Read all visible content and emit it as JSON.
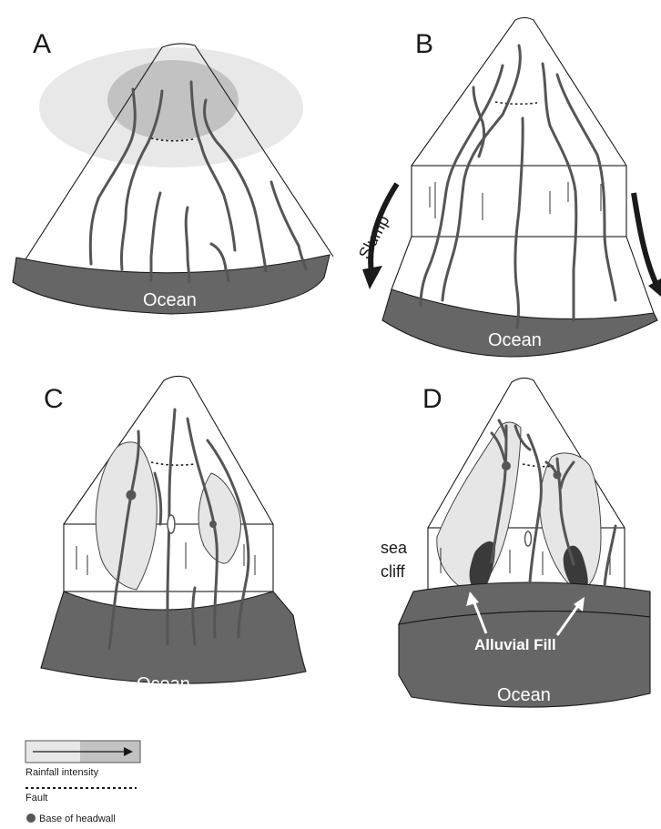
{
  "panels": [
    {
      "letter": "A",
      "ocean_label": "Ocean"
    },
    {
      "letter": "B",
      "ocean_label": "Ocean",
      "slump_label": "Slump"
    },
    {
      "letter": "C",
      "ocean_label": "Ocean"
    },
    {
      "letter": "D",
      "ocean_label": "Ocean",
      "sea_cliff_label_line1": "sea",
      "sea_cliff_label_line2": "cliff",
      "alluvial_label": "Alluvial Fill"
    }
  ],
  "legend": {
    "rainfall_label": "Rainfall intensity",
    "fault_label": "Fault",
    "headwall_label": "Base of headwall"
  },
  "colors": {
    "ocean": "#666666",
    "rain_light": "#e8e8e8",
    "rain_dark": "#c2c2c2",
    "amphitheater": "#e6e6e6",
    "alluvial": "#3a3a3a",
    "stream": "#555555"
  }
}
